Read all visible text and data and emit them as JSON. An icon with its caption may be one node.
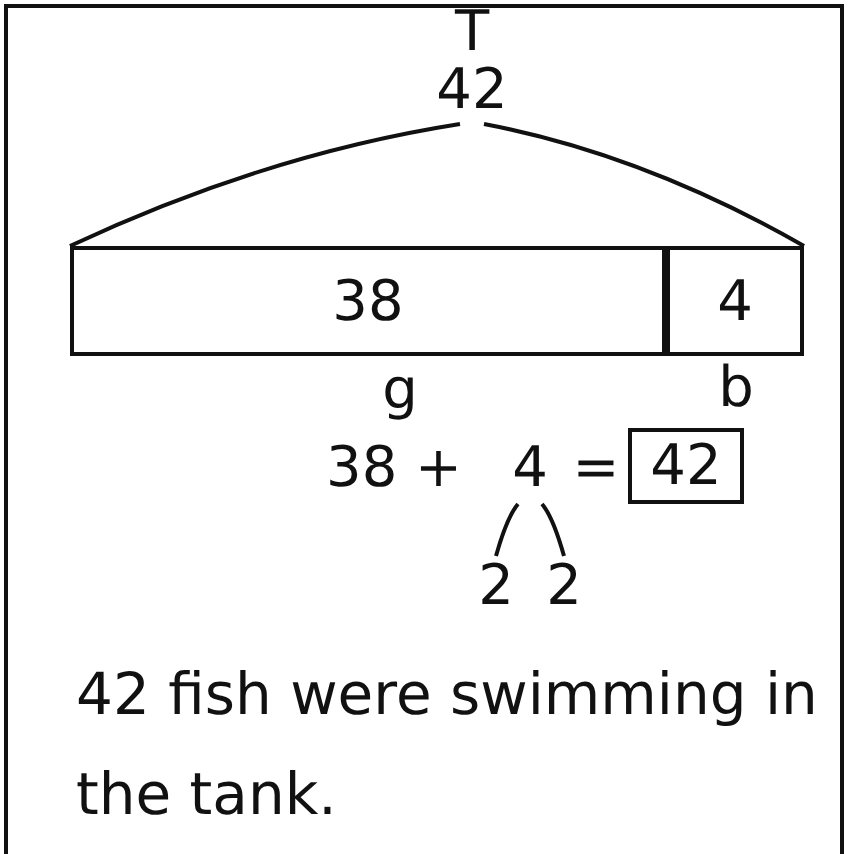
{
  "diagram": {
    "nodes": [
      {
        "text": [
          "42"
        ],
        "beside": [
          "T"
        ]
      },
      {
        "text": [
          "38"
        ],
        "beside": [
          "g"
        ]
      },
      {
        "text": [
          "4"
        ],
        "beside": [
          "b"
        ]
      },
      {
        "text": [
          "4"
        ]
      },
      {
        "text": [
          "2"
        ]
      },
      {
        "text": [
          "2"
        ]
      },
      {
        "text": [
          "42"
        ]
      }
    ],
    "edges": [
      {
        "from": 0,
        "to": 1,
        "arrow": "none"
      },
      {
        "from": 0,
        "to": 2,
        "arrow": "none"
      },
      {
        "from": 3,
        "to": 4,
        "arrow": "none"
      },
      {
        "from": 3,
        "to": 5,
        "arrow": "none"
      }
    ],
    "labels": [
      "38 +",
      "=",
      "42 fish were swimming in the tank."
    ]
  }
}
